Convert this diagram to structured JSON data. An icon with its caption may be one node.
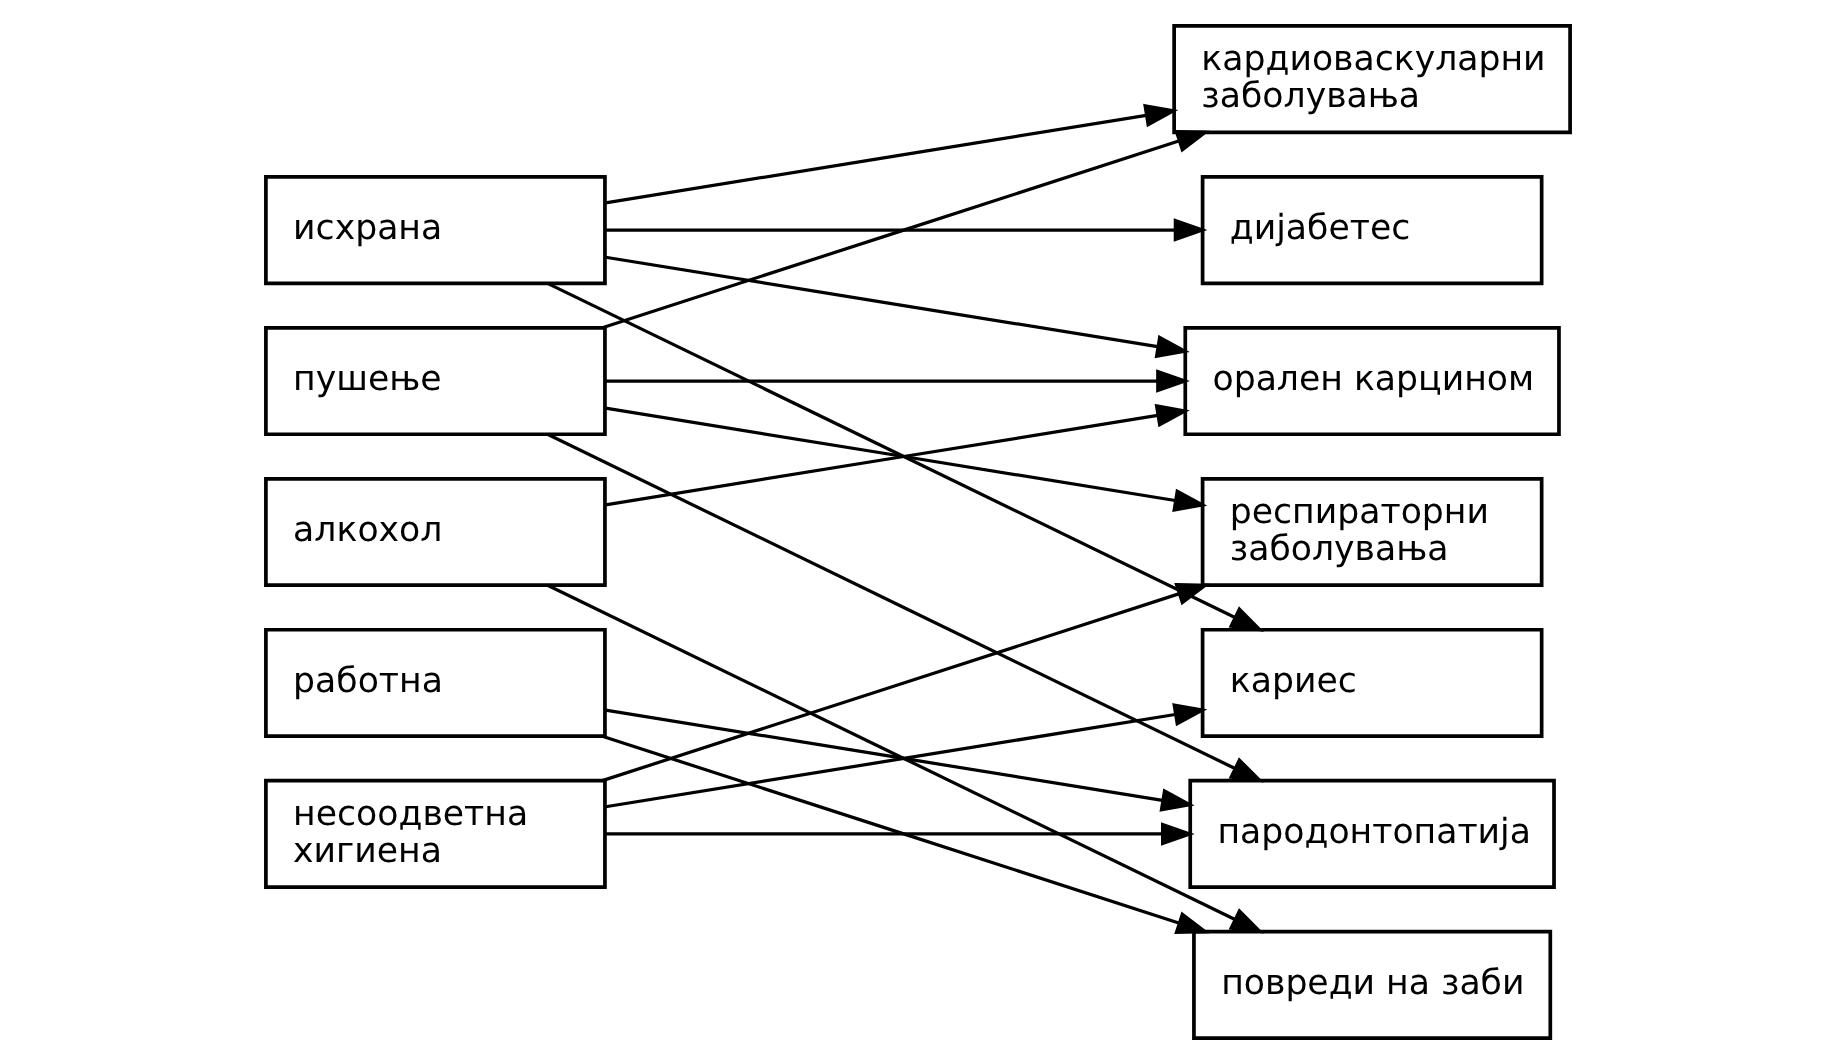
{
  "diagram": {
    "nodes": [
      {
        "text": [
          "исхрана"
        ]
      },
      {
        "text": [
          "пушење"
        ]
      },
      {
        "text": [
          "алкохол"
        ]
      },
      {
        "text": [
          "работна"
        ]
      },
      {
        "text": [
          "несоодветна хигиена"
        ]
      },
      {
        "text": [
          "кардиоваскуларни заболувања"
        ]
      },
      {
        "text": [
          "дијабетес"
        ]
      },
      {
        "text": [
          "орален карцином"
        ]
      },
      {
        "text": [
          "респираторни заболувања"
        ]
      },
      {
        "text": [
          "кариес"
        ]
      },
      {
        "text": [
          "пародонтопатија"
        ]
      },
      {
        "text": [
          "повреди на заби"
        ]
      }
    ],
    "edges": [
      {
        "from": 0,
        "to": 5,
        "arrow": "to"
      },
      {
        "from": 0,
        "to": 6,
        "arrow": "to"
      },
      {
        "from": 0,
        "to": 7,
        "arrow": "to"
      },
      {
        "from": 0,
        "to": 9,
        "arrow": "to"
      },
      {
        "from": 1,
        "to": 5,
        "arrow": "to"
      },
      {
        "from": 1,
        "to": 7,
        "arrow": "to"
      },
      {
        "from": 1,
        "to": 8,
        "arrow": "to"
      },
      {
        "from": 1,
        "to": 10,
        "arrow": "to"
      },
      {
        "from": 2,
        "to": 7,
        "arrow": "to"
      },
      {
        "from": 2,
        "to": 11,
        "arrow": "to"
      },
      {
        "from": 3,
        "to": 10,
        "arrow": "to"
      },
      {
        "from": 3,
        "to": 11,
        "arrow": "to"
      },
      {
        "from": 4,
        "to": 8,
        "arrow": "to"
      },
      {
        "from": 4,
        "to": 9,
        "arrow": "to"
      },
      {
        "from": 4,
        "to": 10,
        "arrow": "to"
      }
    ]
  }
}
